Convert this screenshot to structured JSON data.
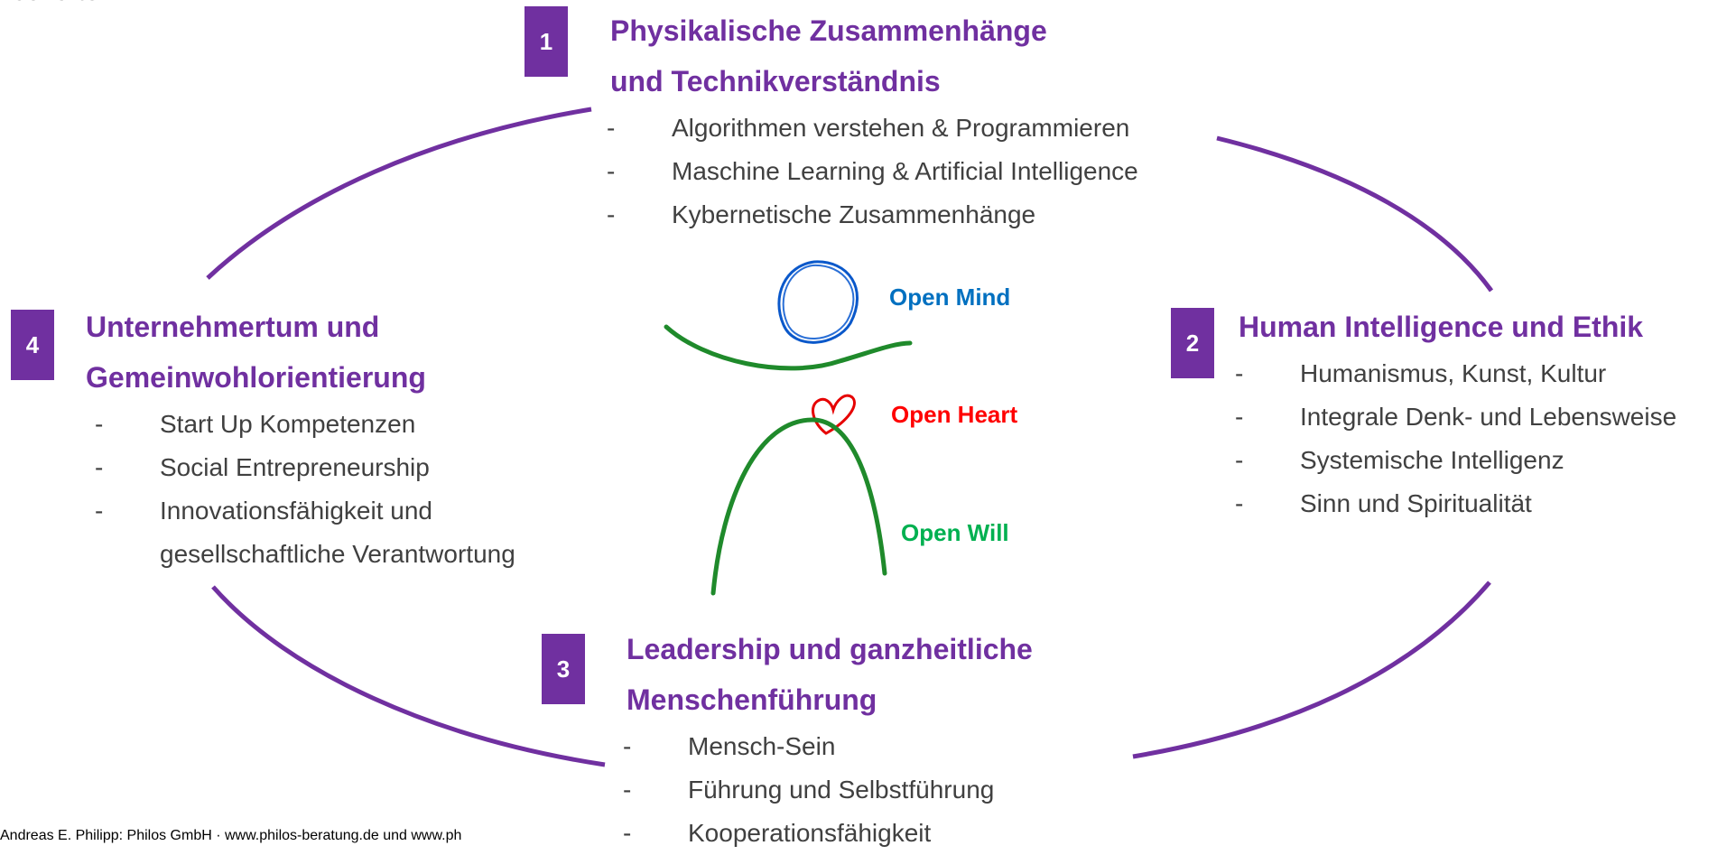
{
  "top_text": "behalten.",
  "footer": "Andreas E. Philipp: Philos GmbH · www.philos-beratung.de und www.ph",
  "colors": {
    "accent": "#7030a0",
    "text": "#404040",
    "mind": "#0070c0",
    "heart": "#ff0000",
    "will": "#00b050"
  },
  "sections": [
    {
      "number": "1",
      "heading_lines": [
        "Physikalische Zusammenhänge",
        "und Technikverständnis"
      ],
      "items": [
        "Algorithmen verstehen & Programmieren",
        "Maschine Learning & Artificial Intelligence",
        "Kybernetische Zusammenhänge"
      ]
    },
    {
      "number": "2",
      "heading_lines": [
        "Human Intelligence und Ethik"
      ],
      "items": [
        "Humanismus, Kunst, Kultur",
        "Integrale Denk- und Lebensweise",
        "Systemische Intelligenz",
        "Sinn und Spiritualität"
      ]
    },
    {
      "number": "3",
      "heading_lines": [
        "Leadership und ganzheitliche",
        "Menschenführung"
      ],
      "items": [
        "Mensch-Sein",
        "Führung und Selbstführung",
        "Kooperationsfähigkeit"
      ]
    },
    {
      "number": "4",
      "heading_lines": [
        "Unternehmertum und",
        "Gemeinwohlorientierung"
      ],
      "items": [
        "Start Up Kompetenzen",
        "Social Entrepreneurship",
        "Innovationsfähigkeit und"
      ],
      "item_continuation": "gesellschaftliche Verantwortung"
    }
  ],
  "figure": {
    "mind_label": "Open Mind",
    "heart_label": "Open Heart",
    "will_label": "Open Will"
  }
}
